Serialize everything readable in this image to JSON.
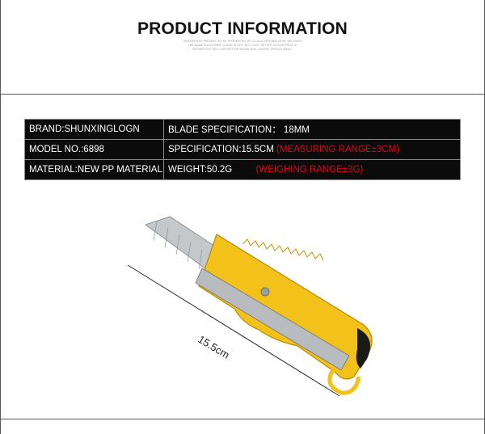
{
  "header": {
    "title": "PRODUCT INFORMATION",
    "subtitle_lines": [
      "MEKOSHILEE PRESENT IN THE PROPERTIES OF CLOCAL ORIGINAL HOSE BELONGS",
      "THE NAME IS ANOTHER CLAIMS IS LIFE, NOT LESS, BETTER DESIGN PRICE IS",
      "MOTHER BUT SELF SIZE BETTER ADVANTAGE LONGER SPREAD SMALL"
    ]
  },
  "specs": {
    "rows": [
      {
        "left": "BRAND:SHUNXINGLOGN",
        "right": "BLADE SPECIFICATION： 18MM",
        "note": ""
      },
      {
        "left": "MODEL NO.:6898",
        "right": "SPECIFICATION:15.5CM",
        "note": "(MEASURING RANGE±3CM)"
      },
      {
        "left": "MATERIAL:NEW PP MATERIAL",
        "right": "WEIGHT:50.2G",
        "note": "(WEIGHING RANGE±3G)"
      }
    ],
    "note_color": "#e2001a"
  },
  "product_image": {
    "subject": "yellow utility knife with snap-off blade",
    "dimension_label": "15.5cm"
  },
  "colors": {
    "table_bg": "#0b0b0b",
    "knife_yellow": "#f2c21b",
    "knife_black": "#1a1a1a",
    "blade_steel": "#b8bcbf"
  }
}
